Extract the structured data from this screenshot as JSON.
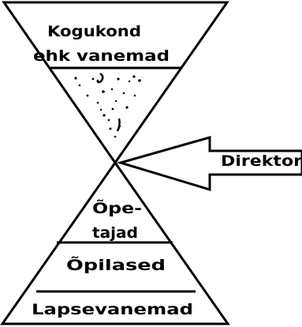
{
  "diagram": {
    "top_label_line1": "Kogukond",
    "top_label_line2": "ehk vanemad",
    "arrow_label": "Direktor",
    "teachers_line1": "Õpe-",
    "teachers_line2": "tajad",
    "students_label": "Õpilased",
    "bottom_label": "Lapsevanemad"
  },
  "colors": {
    "stroke": "#000000",
    "fill": "#ffffff"
  }
}
